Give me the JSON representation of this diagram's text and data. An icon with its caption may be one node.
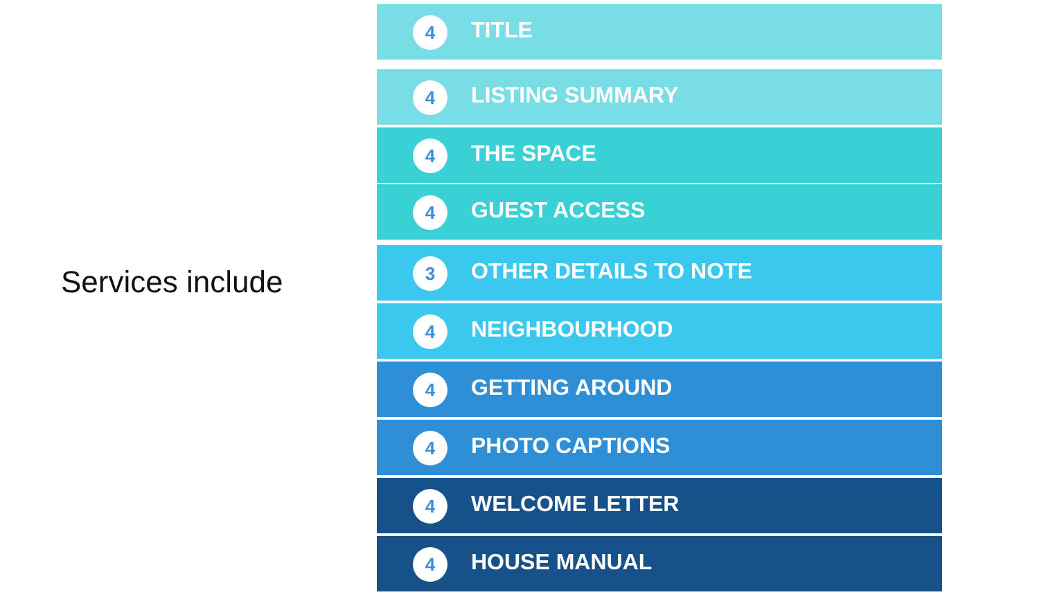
{
  "diagram": {
    "nodes": [
      {
        "text": [
          "TITLE"
        ]
      },
      {
        "text": [
          "4"
        ],
        "in": 0
      },
      {
        "text": [
          "LISTING SUMMARY"
        ]
      },
      {
        "text": [
          "4"
        ],
        "in": 2
      },
      {
        "text": [
          "THE SPACE"
        ]
      },
      {
        "text": [
          "4"
        ],
        "in": 4
      },
      {
        "text": [
          "GUEST ACCESS"
        ]
      },
      {
        "text": [
          "4"
        ],
        "in": 6
      },
      {
        "text": [
          "OTHER DETAILS TO NOTE"
        ]
      },
      {
        "text": [
          "3"
        ],
        "in": 8
      },
      {
        "text": [
          "NEIGHBOURHOOD"
        ]
      },
      {
        "text": [
          "4"
        ],
        "in": 10
      },
      {
        "text": [
          "GETTING AROUND"
        ]
      },
      {
        "text": [
          "4"
        ],
        "in": 12
      },
      {
        "text": [
          "PHOTO CAPTIONS"
        ]
      },
      {
        "text": [
          "4"
        ],
        "in": 14
      },
      {
        "text": [
          "WELCOME LETTER"
        ]
      },
      {
        "text": [
          "4"
        ],
        "in": 16
      },
      {
        "text": [
          "HOUSE MANUAL"
        ]
      },
      {
        "text": [
          "4"
        ],
        "in": 18
      }
    ],
    "labels": [
      "Services include"
    ]
  }
}
